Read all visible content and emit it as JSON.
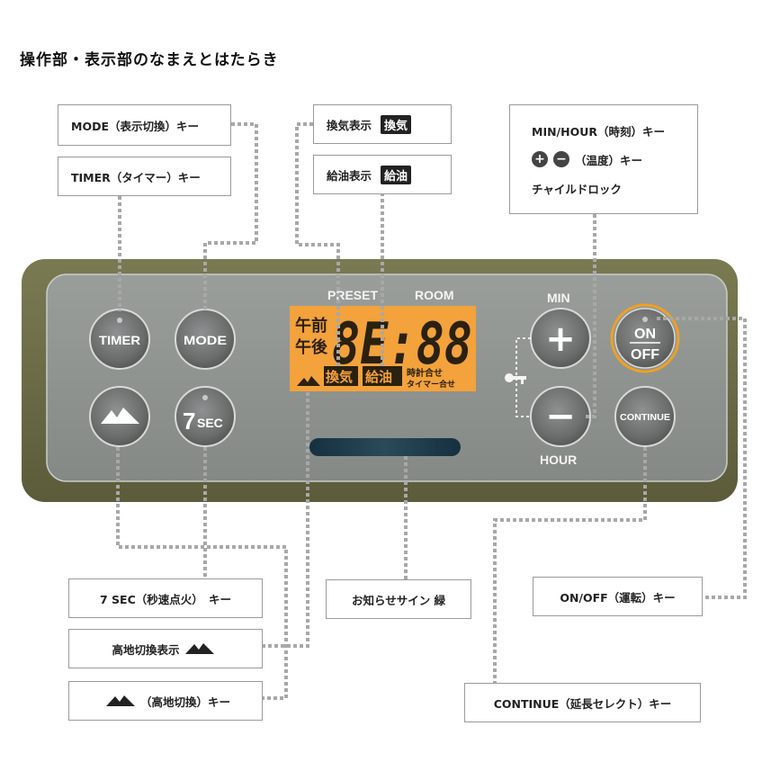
{
  "page_title": "操作部・表示部のなまえとはたらき",
  "panel": {
    "buttons": {
      "timer": "TIMER",
      "mode": "MODE",
      "seven_sec_number": "7",
      "seven_sec_unit": "SEC",
      "plus": "+",
      "minus": "−",
      "on": "ON",
      "off": "OFF",
      "continue": "CONTINUE"
    },
    "labels": {
      "min": "MIN",
      "hour": "HOUR",
      "preset": "PRESET",
      "room": "ROOM"
    },
    "display": {
      "am": "午前",
      "pm": "午後",
      "digits": "8E:88",
      "kanki": "換気",
      "kyuyu": "給油",
      "clock_set": "時計合せ",
      "timer_set": "タイマー合せ"
    }
  },
  "callouts": {
    "mode": "MODE（表示切換）キー",
    "timer": "TIMER（タイマー）キー",
    "kanki_label": "換気表示",
    "kanki_badge": "換気",
    "kyuyu_label": "給油表示",
    "kyuyu_badge": "給油",
    "min_hour": "MIN/HOUR（時刻）キー",
    "temp": "（温度）キー",
    "temp_plus": "+",
    "temp_minus": "−",
    "child_lock": "チャイルドロック",
    "seven_sec": "7 SEC（秒速点火）　キー",
    "altitude_display": "高地切換表示",
    "altitude_key": "（高地切換）キー",
    "notice": "お知らせサイン  緑",
    "on_off": "ON/OFF（運転）キー",
    "continue": "CONTINUE（延長セレクト）キー"
  },
  "colors": {
    "panel_outer": "#6b6a45",
    "panel_inner": "#8f9390",
    "lcd_bg": "#f3a23c",
    "lcd_segment": "#2b2110",
    "on_off_ring": "#f0a020",
    "green_sign": "#1c3a4a",
    "leader": "#a8a8a8"
  }
}
